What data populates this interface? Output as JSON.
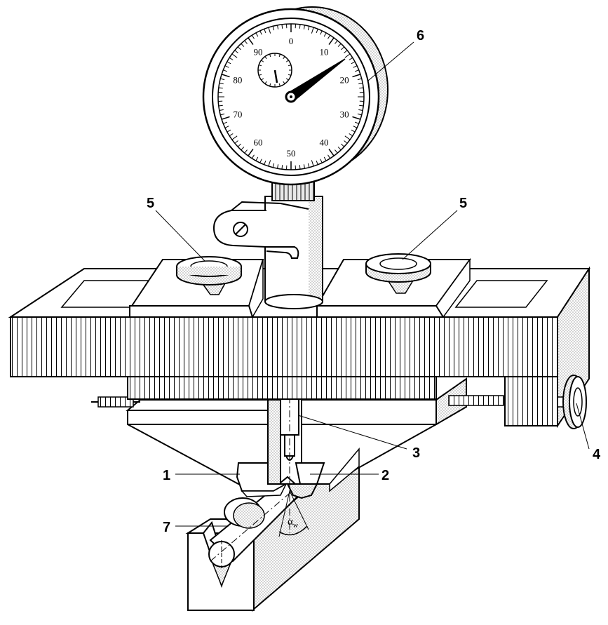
{
  "dial": {
    "numbers": [
      "0",
      "10",
      "20",
      "30",
      "40",
      "50",
      "60",
      "70",
      "80",
      "90"
    ]
  },
  "labels": {
    "l1": "1",
    "l2": "2",
    "l3": "3",
    "l4": "4",
    "l5_left": "5",
    "l5_right": "5",
    "l6": "6",
    "l7": "7"
  },
  "angle": {
    "symbol": "α",
    "subscript": "w"
  },
  "colors": {
    "ink": "#000000",
    "paper": "#ffffff",
    "stipple": "#808080"
  }
}
